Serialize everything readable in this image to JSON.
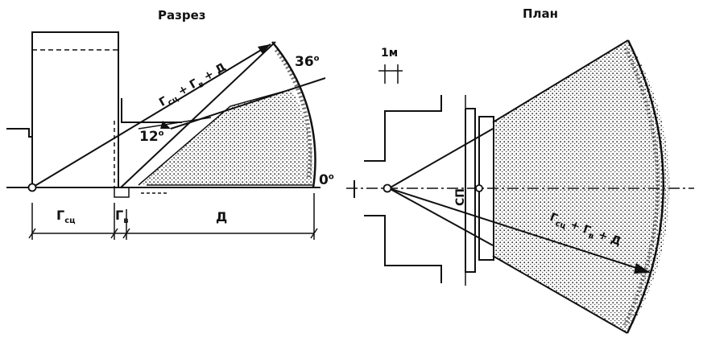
{
  "section": {
    "title": "Разрез",
    "angle_36": "36",
    "angle_12": "12",
    "angle_0": "0",
    "degree": "o",
    "formula": {
      "g1": "Г",
      "s1": "сц",
      "g2": "Г",
      "s2": "в",
      "d": "Д"
    },
    "dim_gsc": {
      "g": "Г",
      "s": "сц"
    },
    "dim_gv": {
      "g": "Г",
      "s": "в"
    },
    "dim_d": "Д"
  },
  "plan": {
    "title": "План",
    "scale_label": "1м",
    "sp_label": "СП",
    "formula": {
      "g1": "Г",
      "s1": "сц",
      "g2": "Г",
      "s2": "в",
      "d": "Д"
    }
  },
  "colors": {
    "line": "#111111",
    "fill": "#ffffff"
  }
}
